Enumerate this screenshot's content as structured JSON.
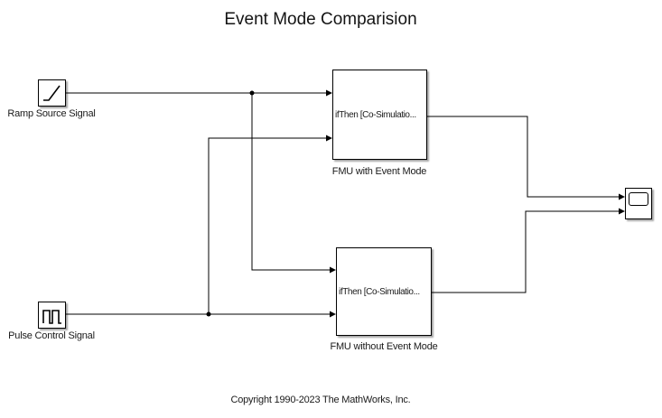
{
  "diagram": {
    "title": "Event Mode Comparision",
    "copyright": "Copyright 1990-2023 The MathWorks, Inc."
  },
  "blocks": {
    "ramp_source": {
      "label": "Ramp Source Signal",
      "icon": "ramp-waveform-icon"
    },
    "pulse_control": {
      "label": "Pulse Control Signal",
      "icon": "pulse-waveform-icon"
    },
    "fmu_with_event_mode": {
      "label": "FMU with Event Mode",
      "inner_text": "ifThen [Co-Simulatio...",
      "inputs": 2,
      "outputs": 1
    },
    "fmu_without_event_mode": {
      "label": "FMU without Event Mode",
      "inner_text": "ifThen [Co-Simulatio...",
      "inputs": 2,
      "outputs": 1
    },
    "scope": {
      "icon": "scope-display-icon",
      "inputs": 2
    }
  },
  "colors": {
    "background": "#ffffff",
    "wire": "#000000",
    "block_fill": "#ffffff",
    "block_border": "#000000",
    "block_shadow": "#b0b0b0",
    "text": "#1a1a1a"
  }
}
